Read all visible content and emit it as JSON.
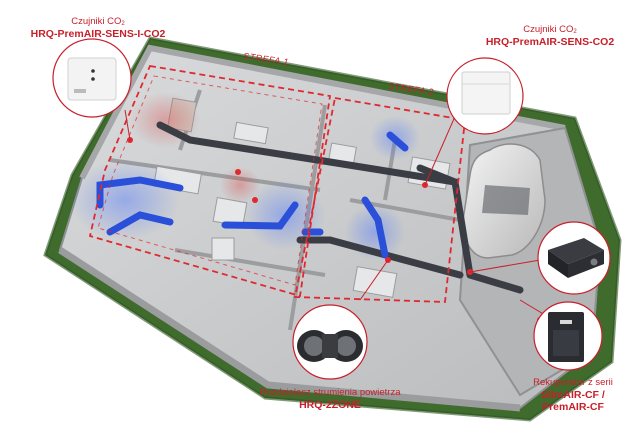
{
  "labels": {
    "sensor_left": {
      "line1": "Czujniki CO",
      "sub": "2",
      "line2": "HRQ-PremAIR-SENS-I-CO2"
    },
    "sensor_right": {
      "line1": "Czujniki CO",
      "sub": "2",
      "line2": "HRQ-PremAIR-SENS-CO2"
    },
    "zone1": "STREFA 1",
    "zone2": "STREFA 2",
    "splitter": {
      "line1": "Rozdzielacz strumienia powietrza",
      "line2": "HRQ-2ZONE"
    },
    "recuperator": {
      "line1": "Rekuperator z serii",
      "line2": "SIImAIR-CF /",
      "line3": "PremAIR-CF"
    }
  },
  "colors": {
    "accent_red": "#c8202a",
    "duct_blue": "#2a4fd8",
    "duct_dark": "#3a3d44",
    "grass": "#3f6b2d",
    "floor": "#c9cbcd"
  }
}
